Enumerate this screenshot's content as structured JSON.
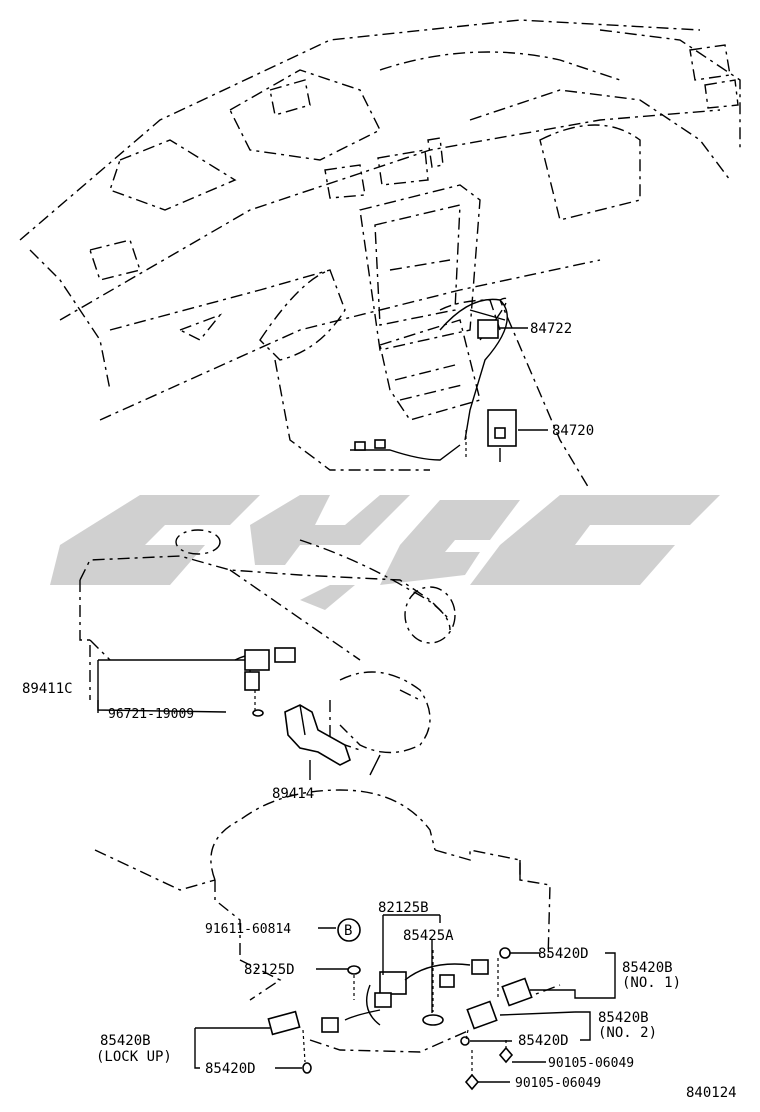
{
  "labels": {
    "p84722": "84722",
    "p84720": "84720",
    "p89411C": "89411C",
    "p96721": "96721-19009",
    "p89414": "89414",
    "p82125B": "82125B",
    "p91611": "91611-60814",
    "circleB": "B",
    "p85425A": "85425A",
    "p82125D": "82125D",
    "p85420D_a": "85420D",
    "p85420B_no1": "85420B",
    "no1": "(NO. 1)",
    "p85420B_no2": "85420B",
    "no2": "(NO. 2)",
    "p85420D_b": "85420D",
    "p90105_a": "90105-06049",
    "p90105_b": "90105-06049",
    "p85420B_lock": "85420B",
    "lockup": "(LOCK UP)",
    "p85420D_c": "85420D",
    "figno": "840124"
  }
}
